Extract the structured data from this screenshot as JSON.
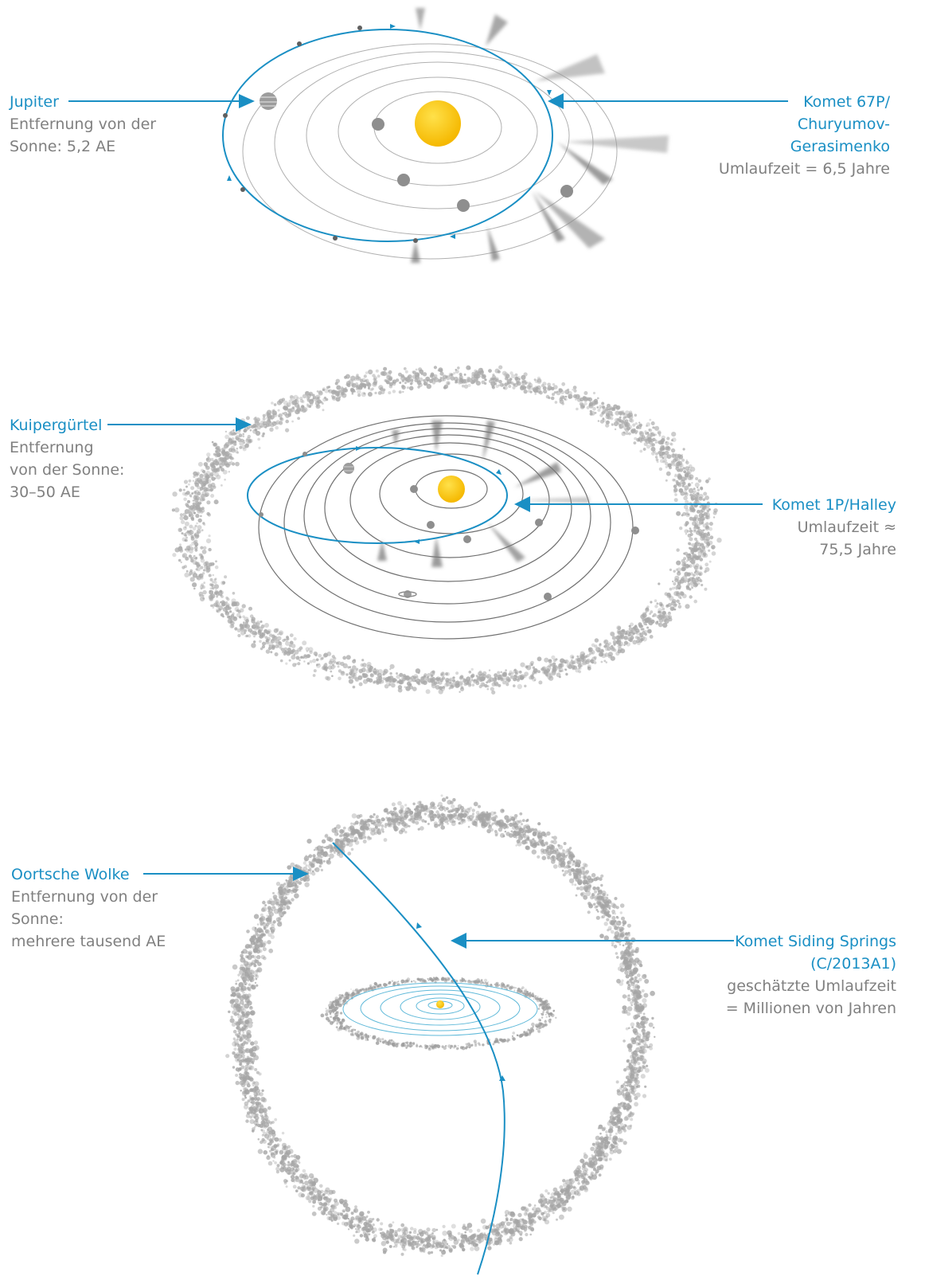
{
  "colors": {
    "accent": "#1a8fc4",
    "grey_text": "#808080",
    "sun": "#f7c000",
    "cloud": "#b3b3b3",
    "orbit": "#9a9a9a"
  },
  "panel_top": {
    "jupiter": {
      "name": "Jupiter",
      "detail_1": "Entfernung von der",
      "detail_2": "Sonne: 5,2 AE"
    },
    "comet": {
      "name_1": "Komet 67P/",
      "name_2": "Churyumov-",
      "name_3": "Gerasimenko",
      "period": "Umlaufzeit = 6,5 Jahre"
    }
  },
  "panel_middle": {
    "kuiper": {
      "name": "Kuipergürtel",
      "detail_1": "Entfernung",
      "detail_2": "von der Sonne:",
      "detail_3": "30–50 AE"
    },
    "comet": {
      "name": "Komet 1P/Halley",
      "period_1": "Umlaufzeit ≈",
      "period_2": "75,5 Jahre"
    }
  },
  "panel_bottom": {
    "oort": {
      "name": "Oortsche Wolke",
      "detail_1": "Entfernung von der",
      "detail_2": "Sonne:",
      "detail_3": "mehrere tausend AE"
    },
    "comet": {
      "name_1": "Komet Siding Springs",
      "name_2": "(C/2013A1)",
      "period_1": "geschätzte Umlaufzeit",
      "period_2": "= Millionen von Jahren"
    }
  }
}
